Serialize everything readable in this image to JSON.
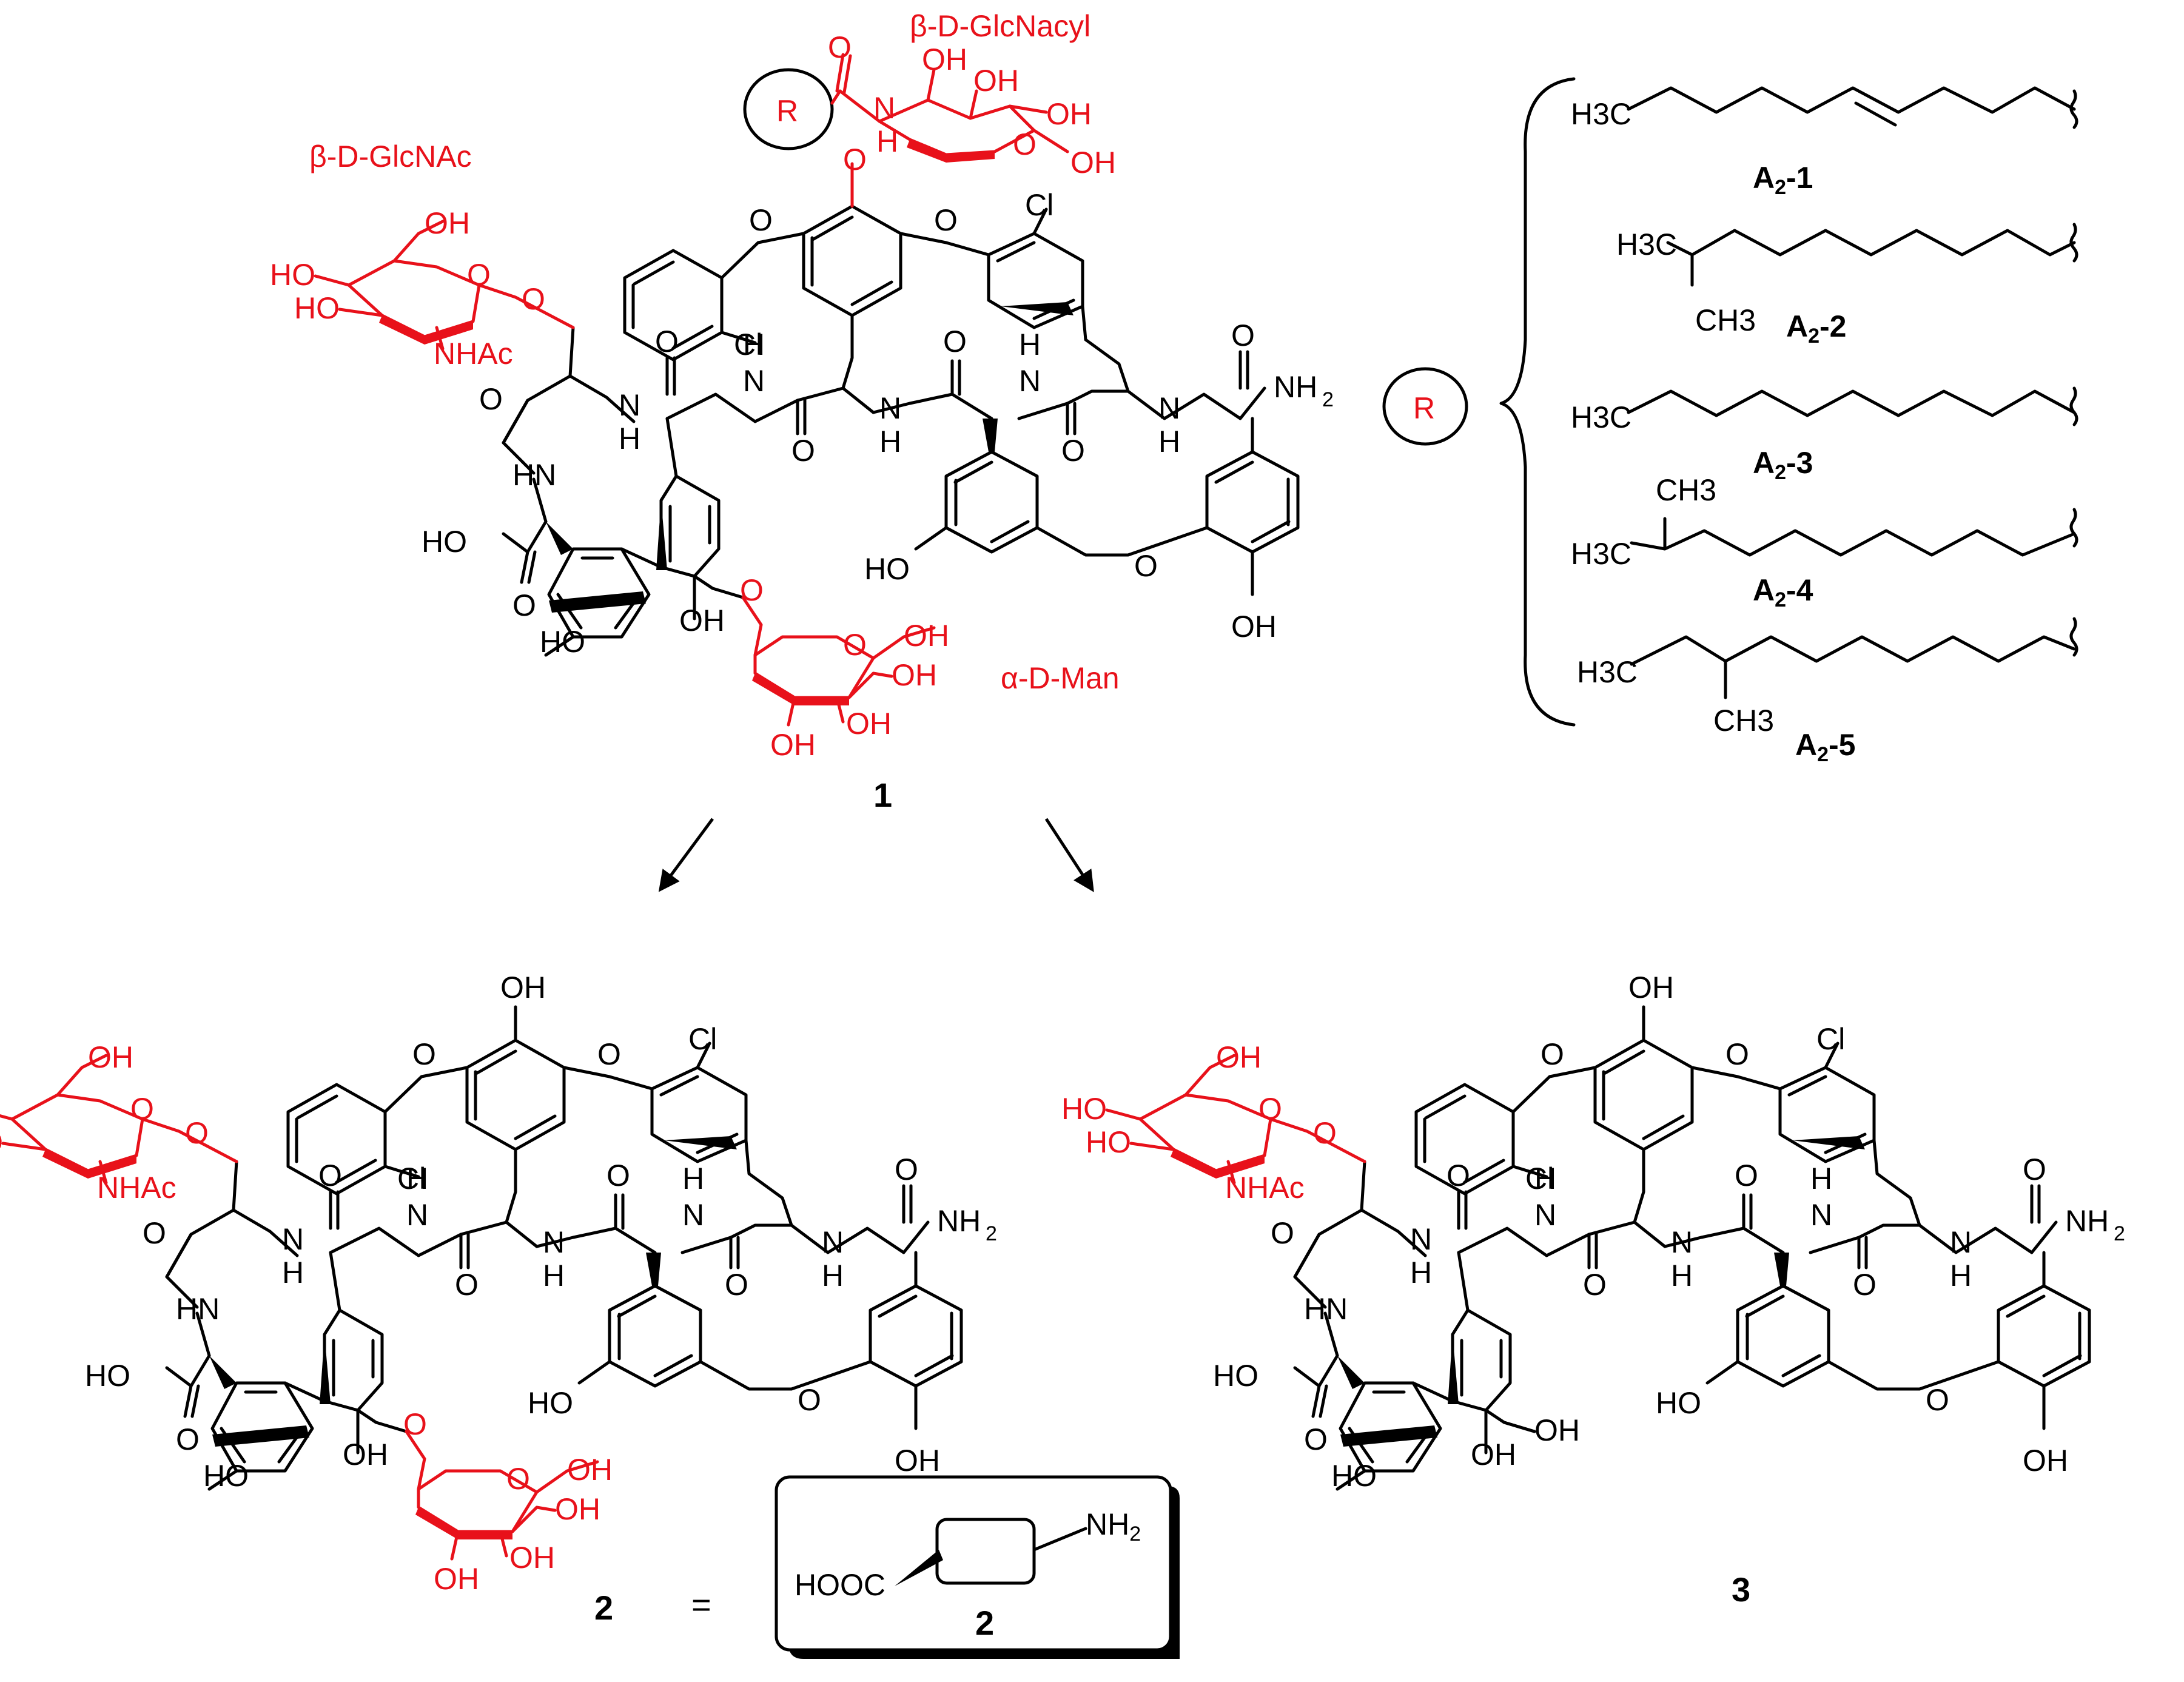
{
  "colors": {
    "highlight": "#e8111a",
    "bond": "#000000",
    "background": "#ffffff"
  },
  "compound1": {
    "label": "1",
    "sugar_top": "β-D-GlcNacyl",
    "sugar_left": "β-D-GlcNAc",
    "sugar_bottom": "α-D-Man",
    "r_group": "R",
    "atoms": {
      "o": "O",
      "n": "N",
      "h": "H",
      "cl": "Cl",
      "oh": "OH",
      "ho": "HO",
      "nh": "NH",
      "hn": "HN",
      "nh2": "NH",
      "nh2_sub": "2",
      "nhac": "NHAc"
    }
  },
  "r_groups": {
    "bracket_r": "R",
    "items": [
      {
        "id": "A2-1",
        "prefix": "A",
        "sub": "2",
        "suffix": "-1",
        "atoms": [
          "H3C"
        ]
      },
      {
        "id": "A2-2",
        "prefix": "A",
        "sub": "2",
        "suffix": "-2",
        "atoms": [
          "H3C",
          "CH3"
        ]
      },
      {
        "id": "A2-3",
        "prefix": "A",
        "sub": "2",
        "suffix": "-3",
        "atoms": [
          "H3C"
        ]
      },
      {
        "id": "A2-4",
        "prefix": "A",
        "sub": "2",
        "suffix": "-4",
        "atoms": [
          "CH3",
          "H3C"
        ]
      },
      {
        "id": "A2-5",
        "prefix": "A",
        "sub": "2",
        "suffix": "-5",
        "atoms": [
          "H3C",
          "CH3"
        ]
      }
    ]
  },
  "compound2": {
    "label": "2",
    "equals": "=",
    "box_label": "2",
    "box_nh2": "NH",
    "box_cooh": "HOOC"
  },
  "compound3": {
    "label": "3"
  }
}
